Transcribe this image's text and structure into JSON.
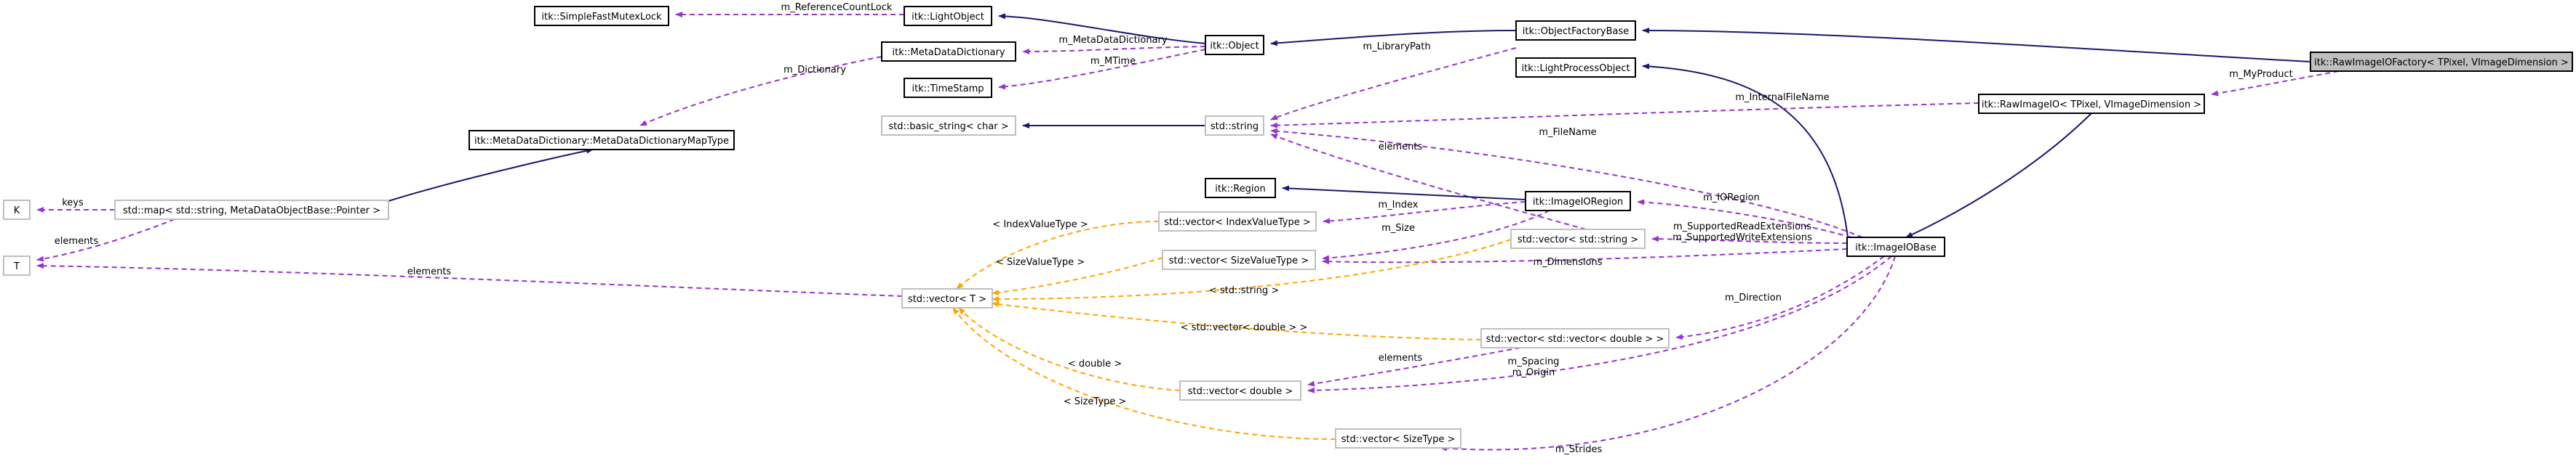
{
  "colors": {
    "inherit": "#191970",
    "usage": "#9a32cd",
    "template": "#ffa500",
    "node_border": "#000000",
    "external_border": "#bfbfbf",
    "highlight_fill": "#bfbfbf",
    "node_fill": "#ffffff"
  },
  "nodes": [
    {
      "id": "rawfactory",
      "label": "itk::RawImageIOFactory< TPixel, VImageDimension >",
      "style": "highlight"
    },
    {
      "id": "objfactorybase",
      "label": "itk::ObjectFactoryBase",
      "style": "normal"
    },
    {
      "id": "object",
      "label": "itk::Object",
      "style": "normal"
    },
    {
      "id": "lightobject",
      "label": "itk::LightObject",
      "style": "normal"
    },
    {
      "id": "mutexlock",
      "label": "itk::SimpleFastMutexLock",
      "style": "normal"
    },
    {
      "id": "metadatadict",
      "label": "itk::MetaDataDictionary",
      "style": "normal"
    },
    {
      "id": "timestamp",
      "label": "itk::TimeStamp",
      "style": "normal"
    },
    {
      "id": "mddmaptype",
      "label": "itk::MetaDataDictionary::MetaDataDictionaryMapType",
      "style": "normal"
    },
    {
      "id": "stdmap",
      "label": "std::map< std::string, MetaDataObjectBase::Pointer >",
      "style": "external"
    },
    {
      "id": "K",
      "label": "K",
      "style": "external"
    },
    {
      "id": "T",
      "label": "T",
      "style": "external"
    },
    {
      "id": "stdstring",
      "label": "std::string",
      "style": "external"
    },
    {
      "id": "basicstring",
      "label": "std::basic_string< char >",
      "style": "external"
    },
    {
      "id": "lightprocess",
      "label": "itk::LightProcessObject",
      "style": "normal"
    },
    {
      "id": "rawimageio",
      "label": "itk::RawImageIO< TPixel, VImageDimension >",
      "style": "normal"
    },
    {
      "id": "imageiobase",
      "label": "itk::ImageIOBase",
      "style": "normal"
    },
    {
      "id": "region",
      "label": "itk::Region",
      "style": "normal"
    },
    {
      "id": "imageioregion",
      "label": "itk::ImageIORegion",
      "style": "normal"
    },
    {
      "id": "vecindex",
      "label": "std::vector< IndexValueType >",
      "style": "external"
    },
    {
      "id": "vecsize",
      "label": "std::vector< SizeValueType >",
      "style": "external"
    },
    {
      "id": "vecstring",
      "label": "std::vector< std::string >",
      "style": "external"
    },
    {
      "id": "vecT",
      "label": "std::vector< T >",
      "style": "external"
    },
    {
      "id": "vecvecdouble",
      "label": "std::vector< std::vector< double > >",
      "style": "external"
    },
    {
      "id": "vecdouble",
      "label": "std::vector< double >",
      "style": "external"
    },
    {
      "id": "vecsizetype",
      "label": "std::vector< SizeType >",
      "style": "external"
    }
  ],
  "edges": [
    {
      "id": "e1",
      "kind": "inherit",
      "label": ""
    },
    {
      "id": "e2",
      "kind": "inherit",
      "label": ""
    },
    {
      "id": "e3",
      "kind": "inherit",
      "label": ""
    },
    {
      "id": "e4",
      "kind": "usage",
      "label": "m_ReferenceCountLock"
    },
    {
      "id": "e5",
      "kind": "usage",
      "label": "m_MetaDataDictionary"
    },
    {
      "id": "e6",
      "kind": "usage",
      "label": "m_MTime"
    },
    {
      "id": "e7",
      "kind": "usage",
      "label": "m_Dictionary"
    },
    {
      "id": "e8",
      "kind": "inherit",
      "label": ""
    },
    {
      "id": "e9",
      "kind": "usage",
      "label": "keys"
    },
    {
      "id": "e10",
      "kind": "usage",
      "label": "elements"
    },
    {
      "id": "e11",
      "kind": "usage",
      "label": "m_LibraryPath"
    },
    {
      "id": "e12",
      "kind": "inherit",
      "label": ""
    },
    {
      "id": "e13",
      "kind": "usage",
      "label": "m_MyProduct"
    },
    {
      "id": "e14",
      "kind": "usage",
      "label": "m_InternalFileName"
    },
    {
      "id": "e15",
      "kind": "inherit",
      "label": ""
    },
    {
      "id": "e16",
      "kind": "inherit",
      "label": ""
    },
    {
      "id": "e17",
      "kind": "usage",
      "label": "m_FileName"
    },
    {
      "id": "e18",
      "kind": "usage",
      "label": "elements"
    },
    {
      "id": "e19",
      "kind": "inherit",
      "label": ""
    },
    {
      "id": "e20",
      "kind": "usage",
      "label": "m_IORegion"
    },
    {
      "id": "e21",
      "kind": "usage",
      "label": "m_Index"
    },
    {
      "id": "e22",
      "kind": "usage",
      "label": "m_Size"
    },
    {
      "id": "e23",
      "kind": "usage",
      "label": "m_SupportedReadExtensions\nm_SupportedWriteExtensions"
    },
    {
      "id": "e24",
      "kind": "usage",
      "label": "m_Dimensions"
    },
    {
      "id": "e25",
      "kind": "usage",
      "label": "m_Direction"
    },
    {
      "id": "e26",
      "kind": "usage",
      "label": "m_Spacing\nm_Origin"
    },
    {
      "id": "e27",
      "kind": "usage",
      "label": "m_Strides"
    },
    {
      "id": "e28",
      "kind": "usage",
      "label": "elements"
    },
    {
      "id": "e29",
      "kind": "usage",
      "label": "elements"
    },
    {
      "id": "e30",
      "kind": "template",
      "label": "< IndexValueType >"
    },
    {
      "id": "e31",
      "kind": "template",
      "label": "< SizeValueType >"
    },
    {
      "id": "e32",
      "kind": "template",
      "label": "< std::string >"
    },
    {
      "id": "e33",
      "kind": "template",
      "label": "< std::vector< double > >"
    },
    {
      "id": "e34",
      "kind": "template",
      "label": "< double >"
    },
    {
      "id": "e35",
      "kind": "template",
      "label": "< SizeType >"
    }
  ]
}
